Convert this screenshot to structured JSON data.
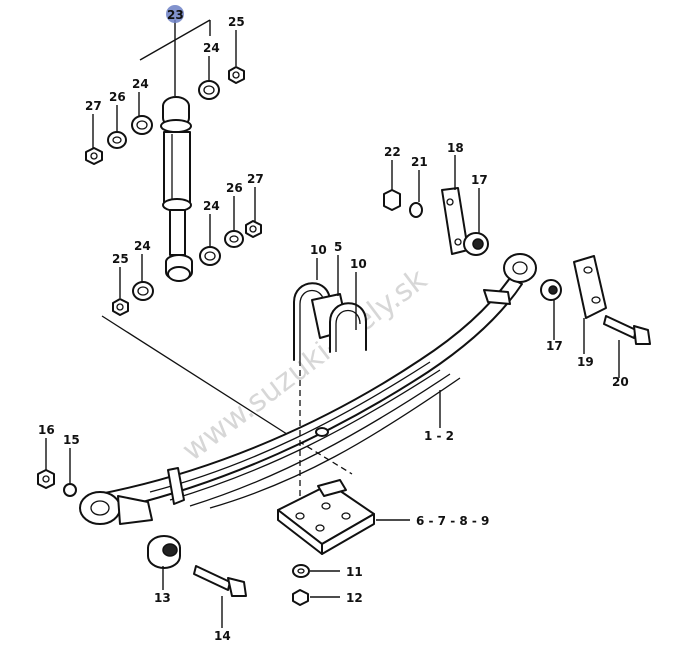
{
  "watermark": "www.suzuki-diely.sk",
  "callouts": {
    "c1_2": "1 - 2",
    "c5": "5",
    "c6_9": "6 - 7 - 8 - 9",
    "c10a": "10",
    "c10b": "10",
    "c11": "11",
    "c12": "12",
    "c13": "13",
    "c14": "14",
    "c15": "15",
    "c16": "16",
    "c17a": "17",
    "c17b": "17",
    "c18": "18",
    "c19": "19",
    "c20": "20",
    "c21": "21",
    "c22": "22",
    "c23": "23",
    "c24a": "24",
    "c24b": "24",
    "c24c": "24",
    "c24d": "24",
    "c25a": "25",
    "c25b": "25",
    "c26a": "26",
    "c26b": "26",
    "c27a": "27",
    "c27b": "27"
  },
  "colors": {
    "ink": "#111111",
    "highlight": "#6b7fc4",
    "watermark": "#b8b8b8"
  }
}
